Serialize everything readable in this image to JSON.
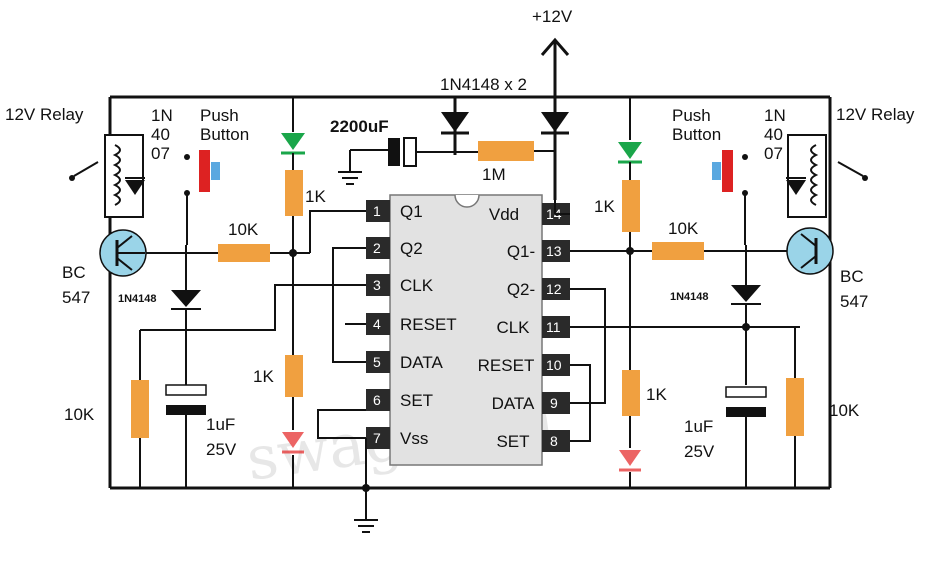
{
  "supply": {
    "label": "+12V"
  },
  "diodes_top": {
    "label": "1N4148 x 2"
  },
  "capacitor_main": {
    "label": "2200uF"
  },
  "resistor_top": {
    "label": "1M"
  },
  "left": {
    "relay_label": "12V Relay",
    "diode_label": [
      "1N",
      "40",
      "07"
    ],
    "push_label": [
      "Push",
      "Button"
    ],
    "r_led": "1K",
    "r_base": "10K",
    "transistor": [
      "BC",
      "547"
    ],
    "diode_base": "1N4148",
    "r_bottom": "10K",
    "r_red": "1K",
    "cap": [
      "1uF",
      "25V"
    ]
  },
  "right": {
    "relay_label": "12V Relay",
    "diode_label": [
      "1N",
      "40",
      "07"
    ],
    "push_label": [
      "Push",
      "Button"
    ],
    "r_led": "1K",
    "r_base": "10K",
    "transistor": [
      "BC",
      "547"
    ],
    "diode_base": "1N4148",
    "r_bottom": "10K",
    "r_red": "1K",
    "cap": [
      "1uF",
      "25V"
    ]
  },
  "ic": {
    "left_pins": [
      {
        "num": "1",
        "name": "Q1"
      },
      {
        "num": "2",
        "name": "Q2"
      },
      {
        "num": "3",
        "name": "CLK"
      },
      {
        "num": "4",
        "name": "RESET"
      },
      {
        "num": "5",
        "name": "DATA"
      },
      {
        "num": "6",
        "name": "SET"
      },
      {
        "num": "7",
        "name": "Vss"
      }
    ],
    "right_pins": [
      {
        "num": "14",
        "name": "Vdd"
      },
      {
        "num": "13",
        "name": "Q1-"
      },
      {
        "num": "12",
        "name": "Q2-"
      },
      {
        "num": "11",
        "name": "CLK"
      },
      {
        "num": "10",
        "name": "RESET"
      },
      {
        "num": "9",
        "name": "DATA"
      },
      {
        "num": "8",
        "name": "SET"
      }
    ]
  },
  "colors": {
    "resistor": "#f0a040",
    "led_green": "#1aa64a",
    "led_red": "#e53030",
    "transistor": "#9ad4e8",
    "push_red": "#d22",
    "push_blue": "#5aa8e0",
    "ic_body": "#e2e2e2",
    "pin": "#2a2a2a"
  }
}
